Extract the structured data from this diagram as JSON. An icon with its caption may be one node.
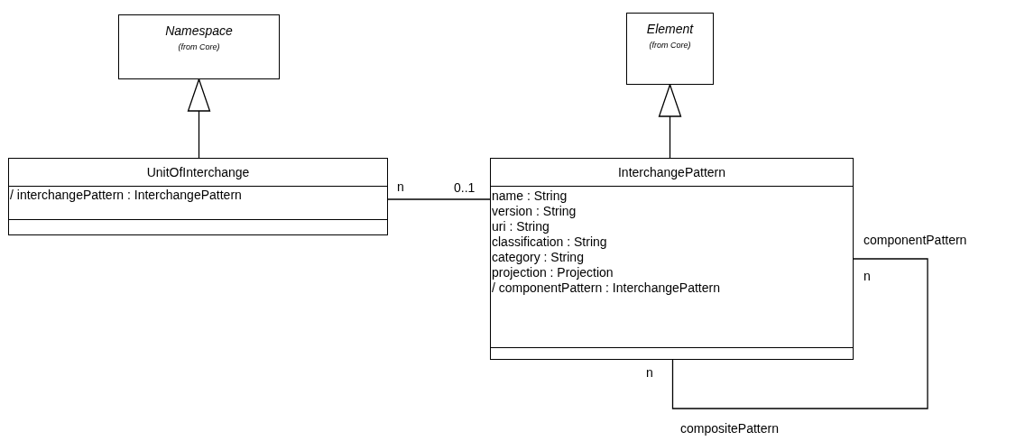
{
  "diagram": {
    "nodes": [
      {
        "text": [
          "Namespace",
          "(from Core)"
        ]
      },
      {
        "text": [
          "Element",
          "(from Core)"
        ]
      },
      {
        "text": [
          "UnitOfInterchange",
          "/ interchangePattern : InterchangePattern"
        ]
      },
      {
        "text": [
          "InterchangePattern",
          "name : String",
          "version : String",
          "uri : String",
          "classification : String",
          "category : String",
          "projection : Projection",
          "/ componentPattern : InterchangePattern"
        ]
      }
    ],
    "edges": [
      {
        "from": 2,
        "to": 0,
        "arrow": "to"
      },
      {
        "from": 3,
        "to": 1,
        "arrow": "to"
      },
      {
        "from": 2,
        "to": 3,
        "arrow": "none"
      },
      {
        "from": 3,
        "to": 3,
        "arrow": "none"
      }
    ],
    "labels": [
      "n",
      "0..1",
      "componentPattern",
      "n",
      "n",
      "compositePattern"
    ]
  }
}
